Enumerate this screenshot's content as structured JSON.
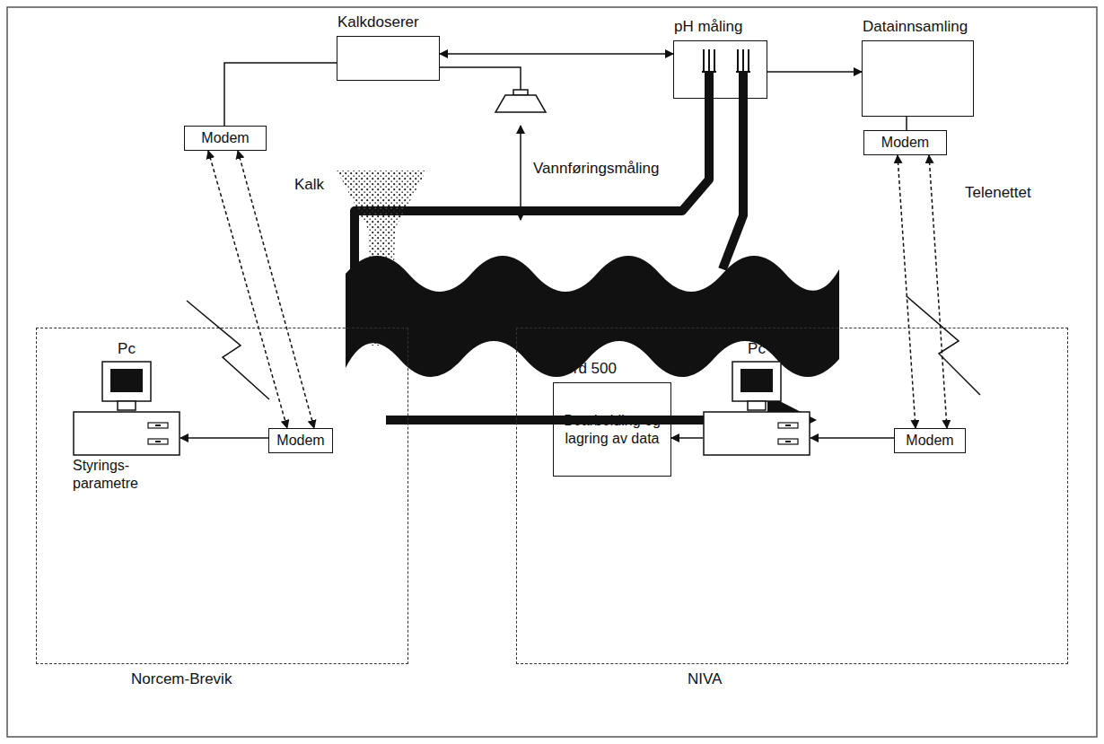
{
  "diagram": {
    "nodes": [
      {
        "text": [
          "Kalkdoserer"
        ]
      },
      {
        "text": [
          "pH måling"
        ]
      },
      {
        "text": [
          "Datainnsamling"
        ]
      },
      {
        "text": [
          "Modem"
        ]
      },
      {
        "text": [
          "Modem"
        ]
      },
      {
        "text": [
          "Norcem-Brevik"
        ]
      },
      {
        "text": [
          "Pc",
          "Styrings- parametre"
        ],
        "in": 5
      },
      {
        "text": [
          "Modem"
        ],
        "in": 5
      },
      {
        "text": [
          "NIVA"
        ]
      },
      {
        "text": [
          "Nord 500",
          "Bearbeiding og lagring av data"
        ],
        "in": 8
      },
      {
        "text": [
          "Pc"
        ],
        "in": 8
      },
      {
        "text": [
          "Modem"
        ],
        "in": 8
      }
    ],
    "edges": [
      {
        "from": 0,
        "to": 1,
        "arrow": "both"
      },
      {
        "from": 0,
        "to": 3,
        "arrow": "none"
      },
      {
        "from": 1,
        "to": 2,
        "arrow": "to"
      },
      {
        "from": 2,
        "to": 4,
        "arrow": "none"
      },
      {
        "from": 3,
        "to": 7,
        "arrow": "both"
      },
      {
        "from": 3,
        "to": 7,
        "arrow": "both"
      },
      {
        "from": 4,
        "to": 11,
        "arrow": "both"
      },
      {
        "from": 4,
        "to": 11,
        "arrow": "both"
      },
      {
        "from": 7,
        "to": 6,
        "arrow": "to"
      },
      {
        "from": 11,
        "to": 10,
        "arrow": "to"
      },
      {
        "from": 10,
        "to": 9,
        "arrow": "to"
      }
    ],
    "labels": [
      "Kalk",
      "Vannføringsmåling",
      "Telenettet"
    ]
  }
}
